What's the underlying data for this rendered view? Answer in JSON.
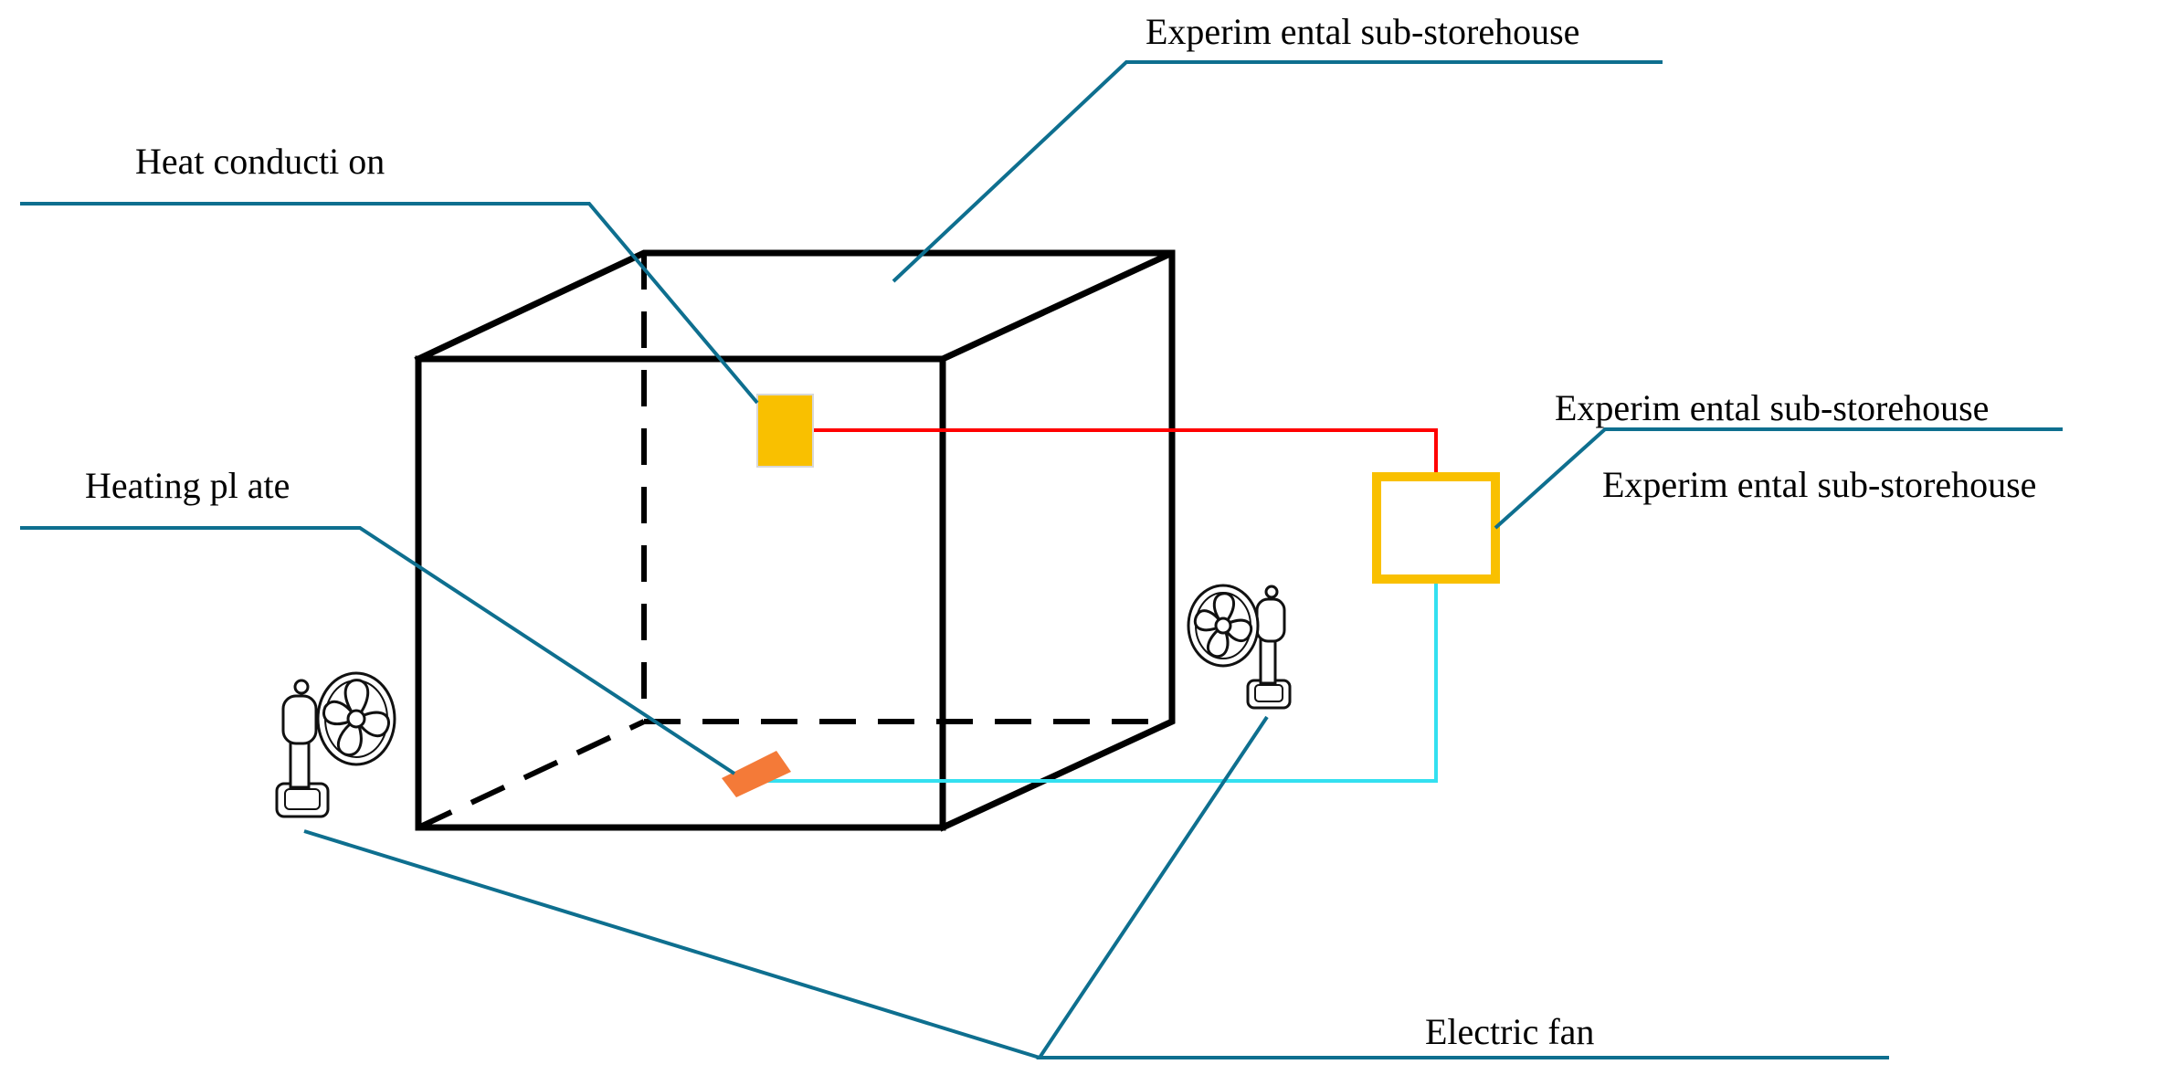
{
  "labels": {
    "top_storehouse": "Experim ental sub-storehouse",
    "heat_conduction": "Heat conducti on",
    "heating_plate": "Heating pl ate",
    "right_storehouse_1": "Experim ental sub-storehouse",
    "right_storehouse_2": "Experim ental sub-storehouse",
    "electric_fan": "Electric fan"
  },
  "colors": {
    "leader_line": "#0e6f8f",
    "box_edge": "#000000",
    "heat_conductor": "#f9c000",
    "heating_plate": "#f47a38",
    "hot_wire": "#ff0000",
    "cold_wire": "#33e0f0",
    "controller_box": "#f9c000"
  },
  "icons": [
    "fan-left-icon",
    "fan-right-icon"
  ]
}
